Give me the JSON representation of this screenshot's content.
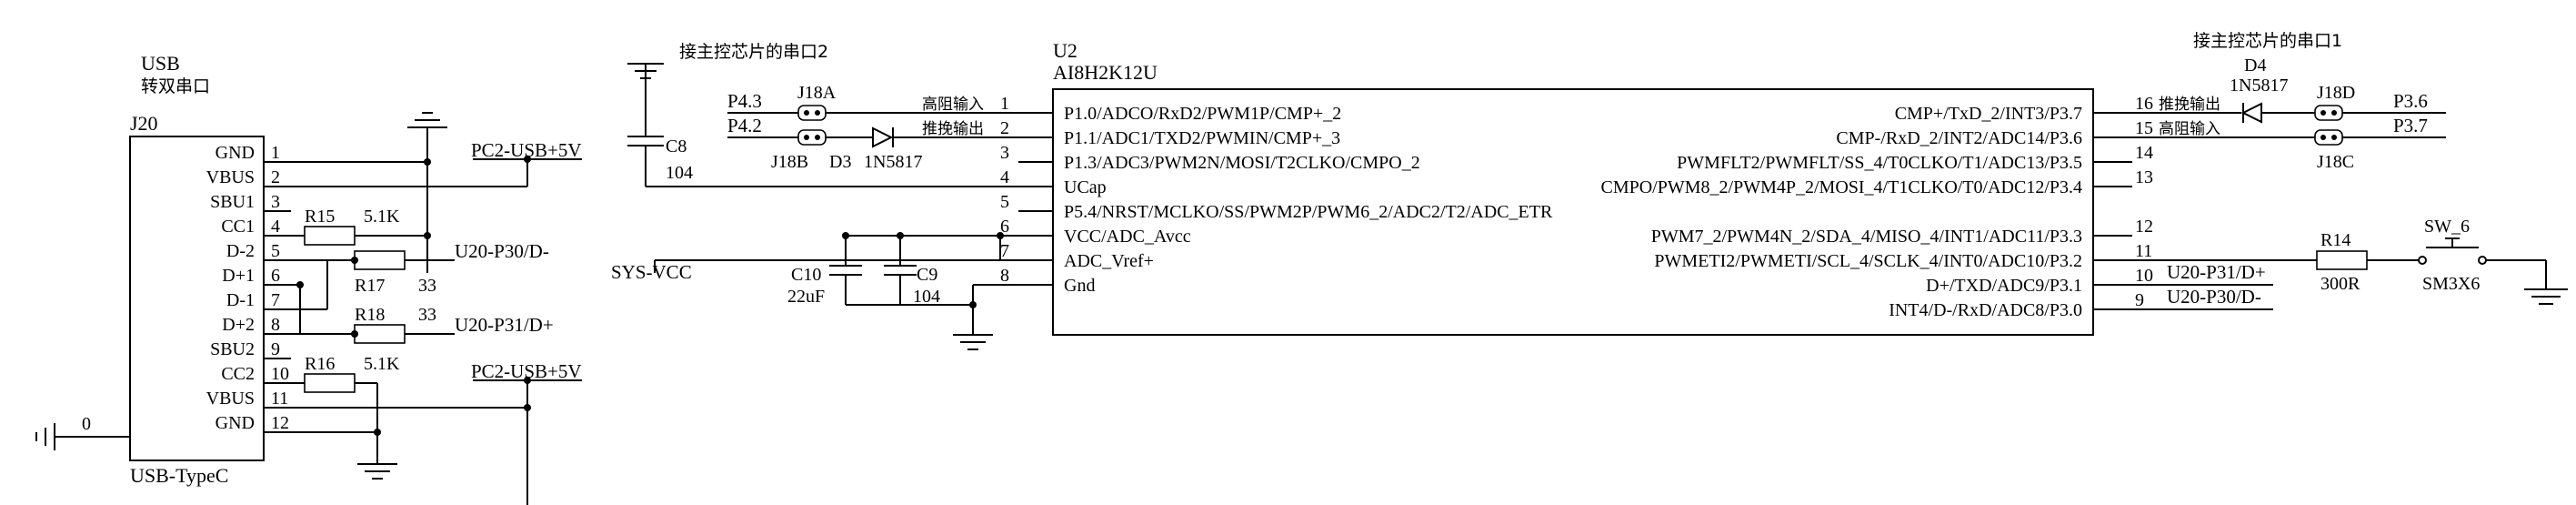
{
  "usb": {
    "title_line1": "USB",
    "title_line2": "转双串口",
    "ref": "J20",
    "part": "USB-TypeC",
    "pins": [
      {
        "num": "1",
        "name": "GND"
      },
      {
        "num": "2",
        "name": "VBUS"
      },
      {
        "num": "3",
        "name": "SBU1"
      },
      {
        "num": "4",
        "name": "CC1"
      },
      {
        "num": "5",
        "name": "D-2"
      },
      {
        "num": "6",
        "name": "D+1"
      },
      {
        "num": "7",
        "name": "D-1"
      },
      {
        "num": "8",
        "name": "D+2"
      },
      {
        "num": "9",
        "name": "SBU2"
      },
      {
        "num": "10",
        "name": "CC2"
      },
      {
        "num": "11",
        "name": "VBUS"
      },
      {
        "num": "12",
        "name": "GND"
      }
    ],
    "shield_label": "0"
  },
  "resistors": {
    "r15": {
      "ref": "R15",
      "value": "5.1K"
    },
    "r16": {
      "ref": "R16",
      "value": "5.1K"
    },
    "r17": {
      "ref": "R17",
      "value": "33"
    },
    "r18": {
      "ref": "R18",
      "value": "33"
    },
    "r14": {
      "ref": "R14",
      "value": "300R"
    }
  },
  "nets": {
    "pc2_usb_5v_top": "PC2-USB+5V",
    "pc2_usb_5v_bottom": "PC2-USB+5V",
    "u20_p30": "U20-P30/D-",
    "u20_p31": "U20-P31/D+",
    "sys_vcc": "SYS-VCC",
    "p43": "P4.3",
    "p42": "P4.2",
    "p36": "P3.6",
    "p37": "P3.7",
    "right_p31": "U20-P31/D+",
    "right_p30": "U20-P30/D-"
  },
  "notes": {
    "uart2": "接主控芯片的串口2",
    "uart1": "接主控芯片的串口1"
  },
  "jumpers": {
    "j18a": "J18A",
    "j18b": "J18B",
    "j18c": "J18C",
    "j18d": "J18D"
  },
  "diodes": {
    "d3_ref": "D3",
    "d3_part": "1N5817",
    "d4_ref": "D4",
    "d4_part": "1N5817"
  },
  "caps": {
    "c8_ref": "C8",
    "c8_value": "104",
    "c10_ref": "C10",
    "c10_value": "22uF",
    "c9_ref": "C9",
    "c9_value": "104"
  },
  "switch": {
    "ref": "SW_6",
    "part": "SM3X6"
  },
  "mcu": {
    "ref": "U2",
    "part": "AI8H2K12U",
    "left_pins": [
      {
        "num": "1",
        "name": "P1.0/ADCO/RxD2/PWM1P/CMP+_2",
        "wire": "高阻输入"
      },
      {
        "num": "2",
        "name": "P1.1/ADC1/TXD2/PWMIN/CMP+_3",
        "wire": "推挽输出"
      },
      {
        "num": "3",
        "name": "P1.3/ADC3/PWM2N/MOSI/T2CLKO/CMPO_2",
        "wire": ""
      },
      {
        "num": "4",
        "name": "UCap",
        "wire": ""
      },
      {
        "num": "5",
        "name": "P5.4/NRST/MCLKO/SS/PWM2P/PWM6_2/ADC2/T2/ADC_ETR",
        "wire": ""
      },
      {
        "num": "6",
        "name": "VCC/ADC_Avcc",
        "wire": ""
      },
      {
        "num": "7",
        "name": "ADC_Vref+",
        "wire": ""
      },
      {
        "num": "8",
        "name": "Gnd",
        "wire": ""
      }
    ],
    "right_pins": [
      {
        "num": "16",
        "name": "CMP+/TxD_2/INT3/P3.7",
        "wire": "推挽输出"
      },
      {
        "num": "15",
        "name": "CMP-/RxD_2/INT2/ADC14/P3.6",
        "wire": "高阻输入"
      },
      {
        "num": "14",
        "name": "PWMFLT2/PWMFLT/SS_4/T0CLKO/T1/ADC13/P3.5",
        "wire": ""
      },
      {
        "num": "13",
        "name": "CMPO/PWM8_2/PWM4P_2/MOSI_4/T1CLKO/T0/ADC12/P3.4",
        "wire": ""
      },
      {
        "num": "12",
        "name": "PWM7_2/PWM4N_2/SDA_4/MISO_4/INT1/ADC11/P3.3",
        "wire": ""
      },
      {
        "num": "11",
        "name": "PWMETI2/PWMETI/SCL_4/SCLK_4/INT0/ADC10/P3.2",
        "wire": ""
      },
      {
        "num": "10",
        "name": "D+/TXD/ADC9/P3.1",
        "wire": ""
      },
      {
        "num": "9",
        "name": "INT4/D-/RxD/ADC8/P3.0",
        "wire": ""
      }
    ]
  }
}
